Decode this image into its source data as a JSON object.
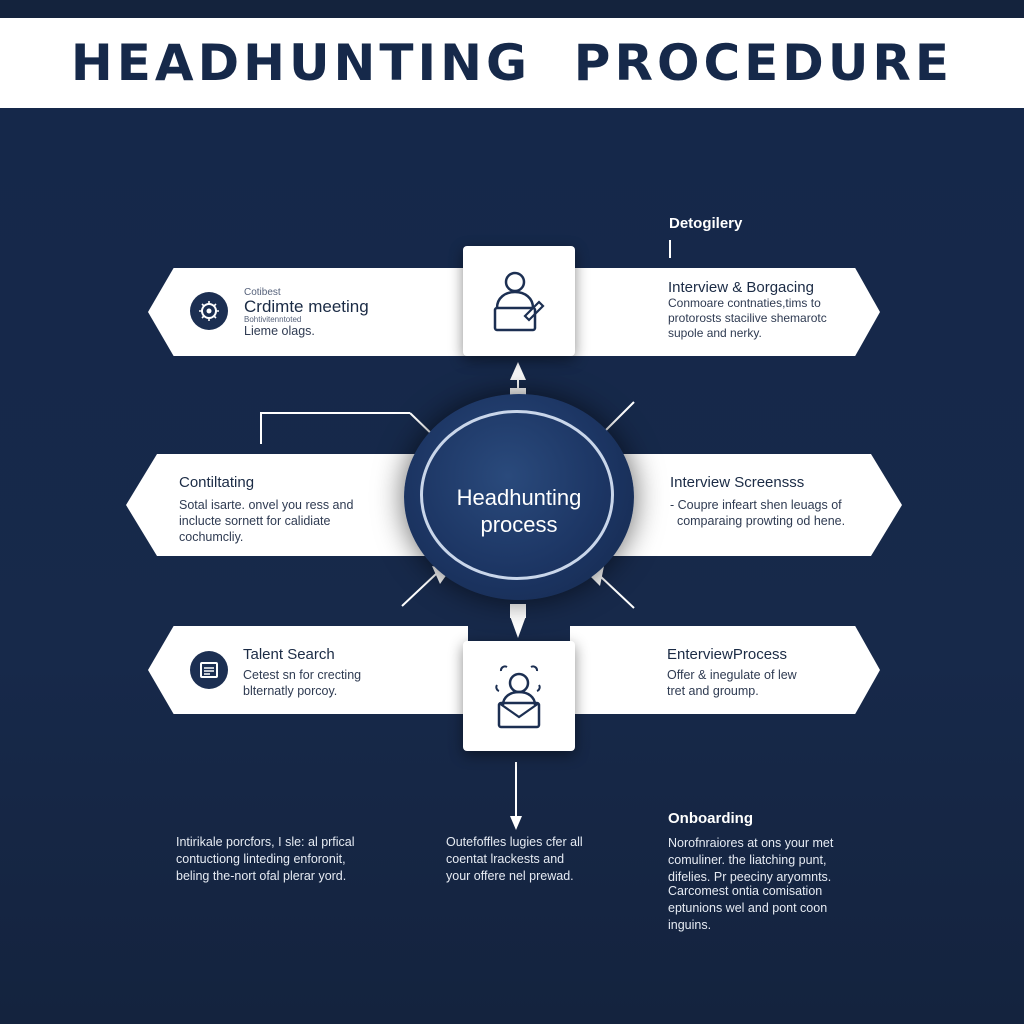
{
  "title": "HEADHUNTING  PROCEDURE",
  "center": {
    "line1": "Headhunting",
    "line2": "process"
  },
  "top_label": "Detogilery",
  "cards": {
    "top_left": {
      "tiny_top": "Cotibest",
      "title": "Crdimte meeting",
      "tiny_mid": "Bohtivitenntoted",
      "text": "Lieme olags.",
      "icon": "gear-badge-icon"
    },
    "top_right": {
      "title": "Interview & Borgacing",
      "text": "Conmoare contnaties,tims to\nprotorosts stacilive shemarotc\nsupole and nerky."
    },
    "mid_left": {
      "title": "Contiltating",
      "text": "Sotal isarte. onvel you ress and\ninclucte sornett for calidiate\ncochumcliy."
    },
    "mid_right": {
      "title": "Interview Screensss",
      "text": "- Coupre infeart shen leuags of\n  comparaing prowting od hene."
    },
    "bottom_left": {
      "title": "Talent Search",
      "text": "Cetest sn for crecting\nblternatly porcoy.",
      "icon": "document-icon"
    },
    "bottom_right": {
      "title": "EnterviewProcess",
      "text": "Offer & inegulate of lew\ntret and groump."
    }
  },
  "hub_icons": {
    "top": "recruiter-desk-icon",
    "bottom": "candidate-envelope-icon"
  },
  "onboarding": {
    "title": "Onboarding",
    "text1": "Norofnraiores at ons your met\ncomuliner. the liatching punt,\ndifelies. Pr peeciny aryomnts.",
    "text2": "Carcomest ontia comisation\neptunions wel and pont coon\ninguins."
  },
  "bottom_texts": {
    "left": "Intirikale porcfors, I sle: al prfical\ncontuctiong linteding enforonit,\nbeling the-nort ofal plerar yord.",
    "center": "Outefoffles lugies cfer all\ncoentat lrackests and\nyour offere nel prewad."
  },
  "colors": {
    "navy": "#172845",
    "title_text": "#16294a",
    "white": "#ffffff"
  }
}
